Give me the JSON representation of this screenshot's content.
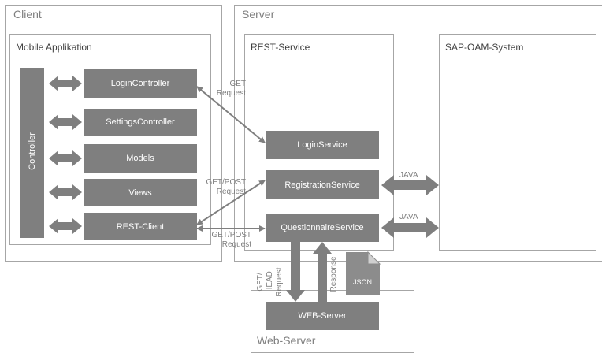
{
  "regions": {
    "client": "Client",
    "server": "Server",
    "web_server": "Web-Server"
  },
  "boxes": {
    "mobile_app": "Mobile Applikation",
    "rest_service": "REST-Service",
    "sap_oam": "SAP-OAM-System"
  },
  "client_blocks": {
    "controller": "Controller",
    "login_controller": "LoginController",
    "settings_controller": "SettingsController",
    "models": "Models",
    "views": "Views",
    "rest_client": "REST-Client"
  },
  "server_blocks": {
    "login_service": "LoginService",
    "registration_service": "RegistrationService",
    "questionnaire_service": "QuestionnaireService",
    "web_server_block": "WEB-Server"
  },
  "edge_labels": {
    "get": "GET",
    "request1": "Request",
    "get_post_1": "GET/POST",
    "request2": "Request",
    "get_post_2": "GET/POST",
    "request3": "Request",
    "java1": "JAVA",
    "java2": "JAVA",
    "get_head": "GET/",
    "head": "HEAD",
    "request_v": "Request",
    "response": "Response"
  },
  "document": {
    "json": "JSON"
  },
  "colors": {
    "block_fill": "#7f7f7f",
    "border": "#a6a6a6",
    "text": "#595959"
  }
}
